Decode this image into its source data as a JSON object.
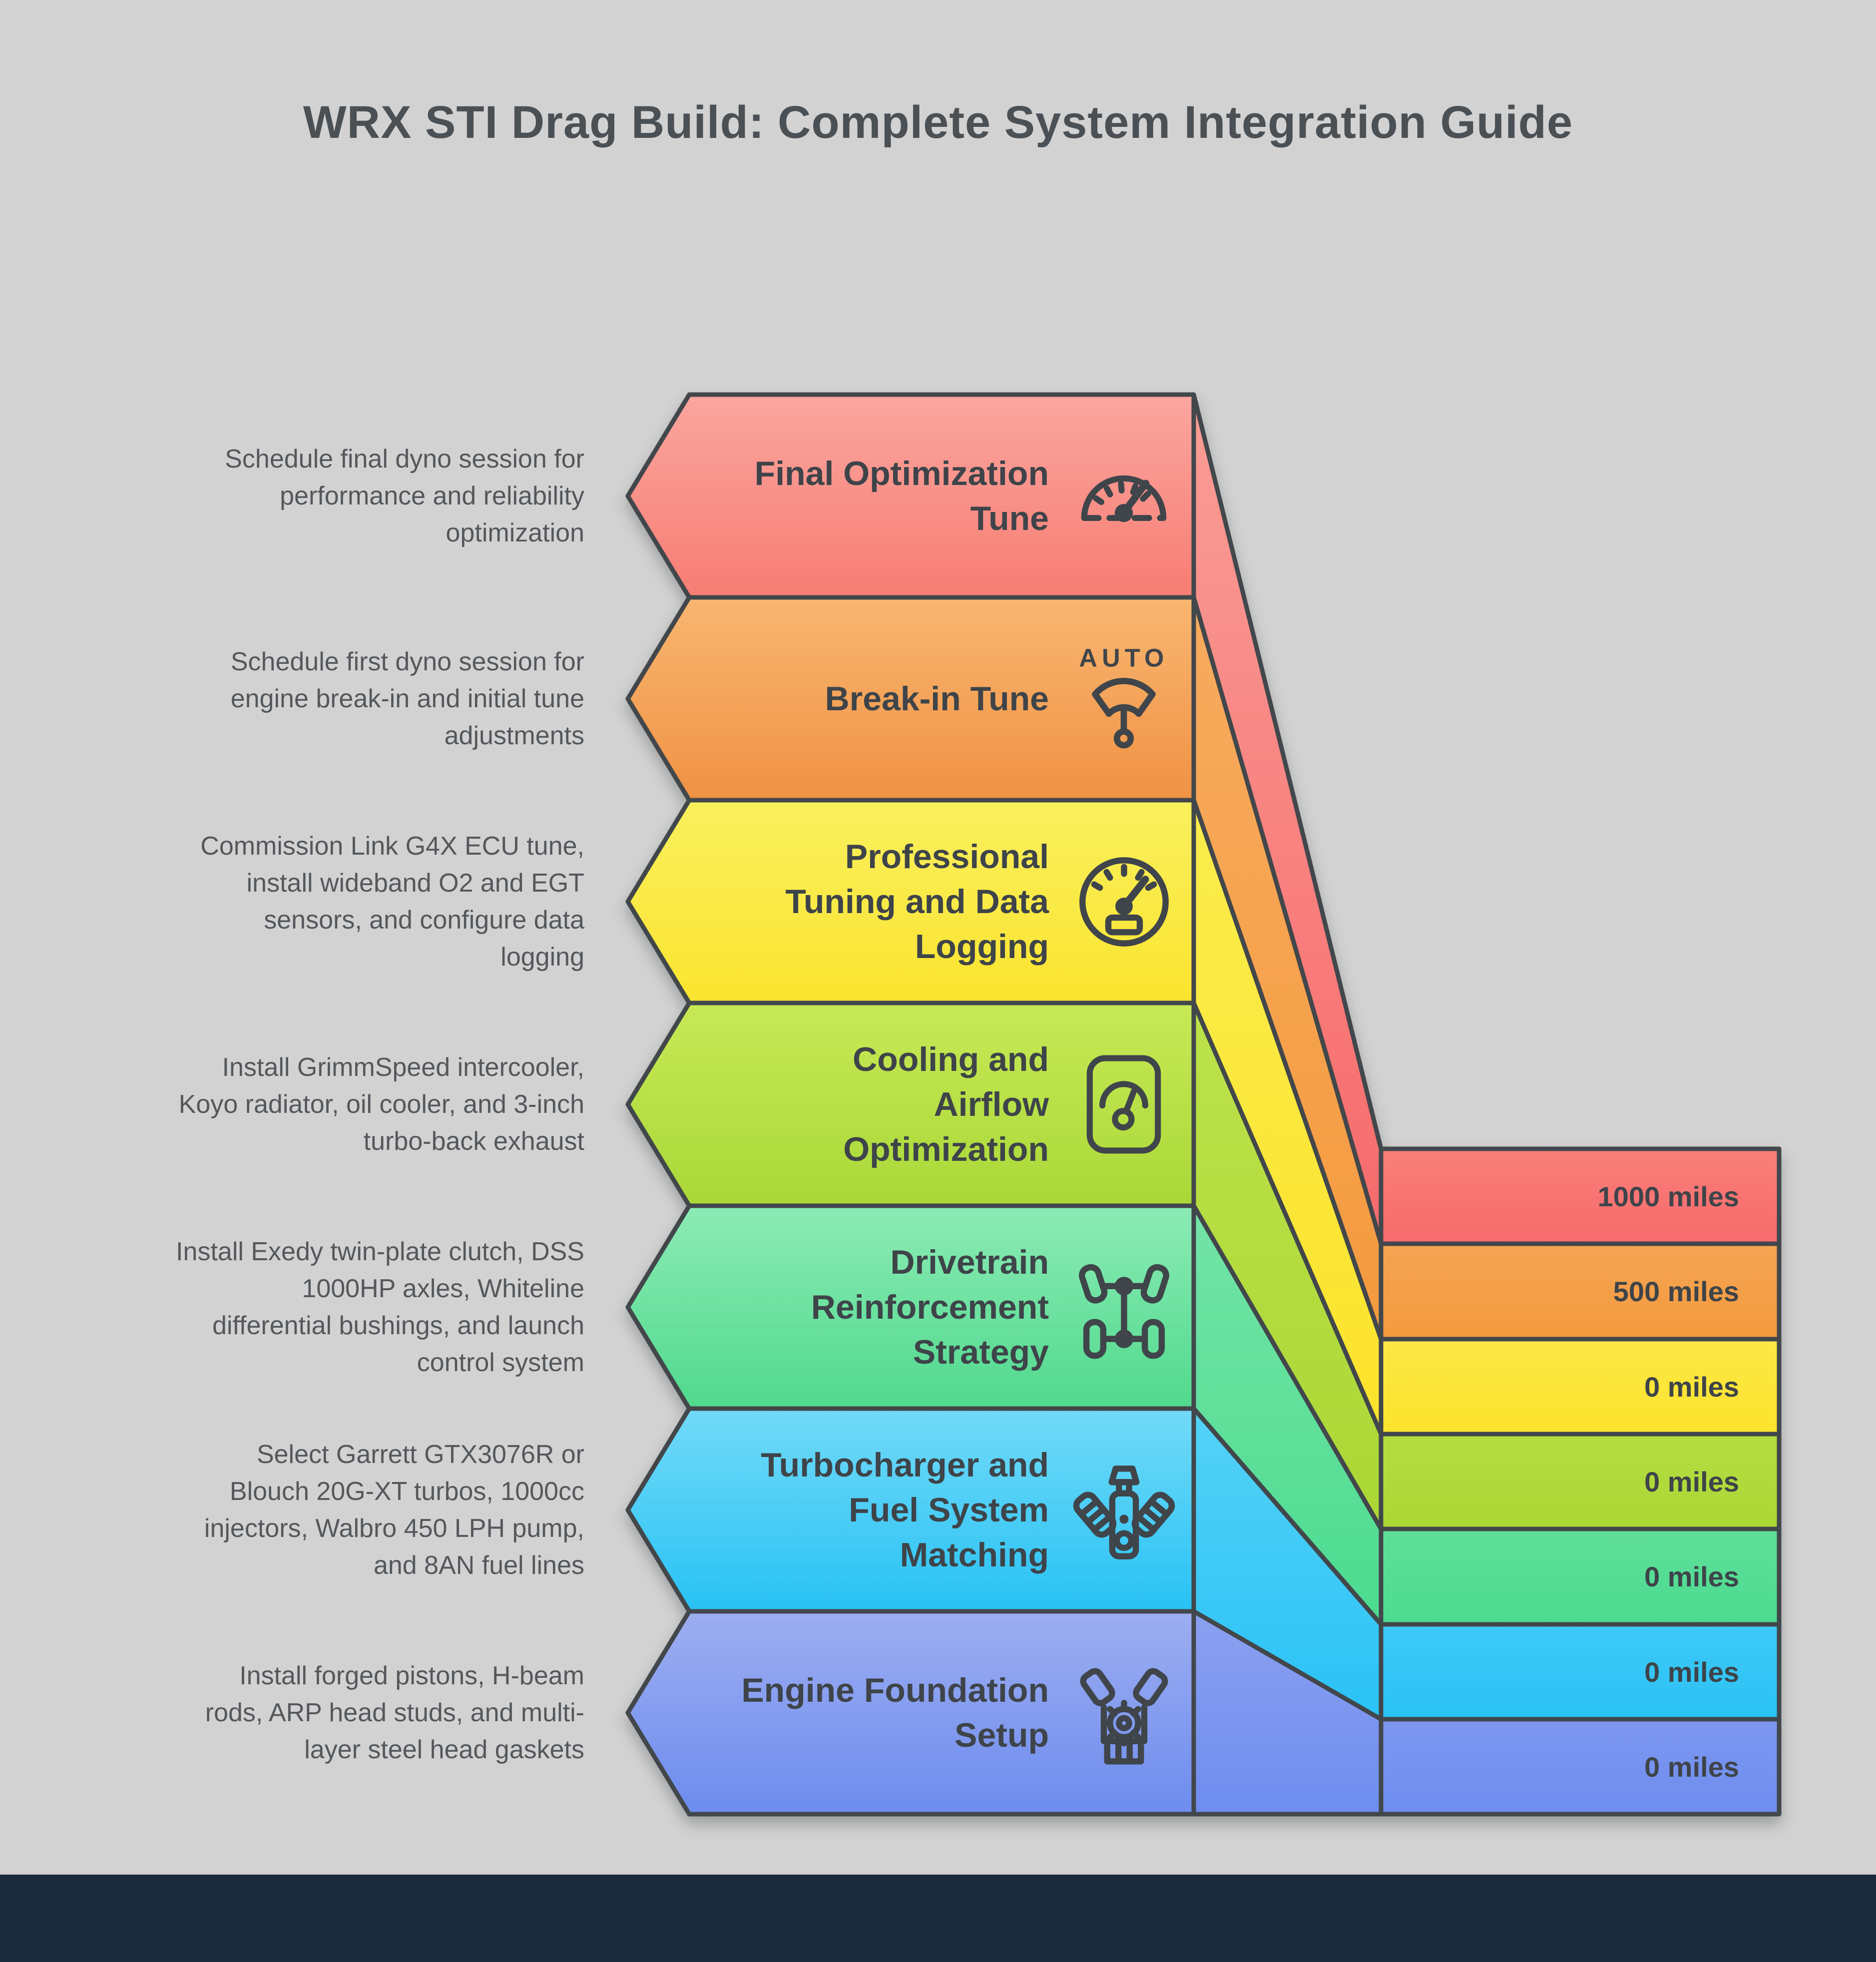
{
  "title": "WRX STI Drag Build: Complete System Integration Guide",
  "palette": {
    "background": "#d2d2d2",
    "outline": "#42474b",
    "title_text": "#4b5055",
    "step_title_text": "#3e4449",
    "description_text": "#54585c",
    "milestone_text": "#3e4449",
    "footer_bar": "#1c2b3c"
  },
  "steps": [
    {
      "label": "Final Optimization\nTune",
      "description": "Schedule final dyno session for\nperformance and reliability\noptimization",
      "icon": "gauge-icon",
      "milestone": "1000 miles",
      "colors": {
        "band_top": "#faa69f",
        "band_bottom": "#f77d73",
        "ribbon_top": "#f99d96",
        "box_top": "#f87f79",
        "box": "#f76a6c"
      }
    },
    {
      "label": "Break-in Tune",
      "description": "Schedule first dyno session for\nengine break-in and initial tune\nadjustments",
      "icon": "auto-gauge-icon",
      "icon_text": "AUTO",
      "milestone": "500 miles",
      "colors": {
        "band_top": "#f8b671",
        "band_bottom": "#f09244",
        "ribbon_top": "#f7ab5e",
        "box_top": "#f5a453",
        "box": "#f49a3e"
      }
    },
    {
      "label": "Professional\nTuning and Data\nLogging",
      "description": "Commission Link G4X ECU tune,\ninstall wideband O2 and EGT\nsensors, and configure data\nlogging",
      "icon": "speedometer-icon",
      "milestone": "0 miles",
      "colors": {
        "band_top": "#f9f05e",
        "band_bottom": "#fbe42f",
        "ribbon_top": "#f9ec4c",
        "box_top": "#fbe845",
        "box": "#fce32c"
      }
    },
    {
      "label": "Cooling and\nAirflow\nOptimization",
      "description": "Install GrimmSpeed intercooler,\nKoyo radiator, oil cooler, and 3-inch\nturbo-back exhaust",
      "icon": "dial-panel-icon",
      "milestone": "0 miles",
      "colors": {
        "band_top": "#c7e956",
        "band_bottom": "#a9d838",
        "ribbon_top": "#bce24a",
        "box_top": "#b5dd41",
        "box": "#abd735"
      }
    },
    {
      "label": "Drivetrain\nReinforcement\nStrategy",
      "description": "Install Exedy twin-plate clutch, DSS\n1000HP axles, Whiteline\ndifferential bushings, and launch\ncontrol system",
      "icon": "drivetrain-icon",
      "milestone": "0 miles",
      "colors": {
        "band_top": "#8cebb5",
        "band_bottom": "#50d98d",
        "ribbon_top": "#74e4a6",
        "box_top": "#5fdf99",
        "box": "#4cdb90"
      }
    },
    {
      "label": "Turbocharger and\nFuel System\nMatching",
      "description": "Select Garrett GTX3076R or\nBlouch 20G-XT turbos, 1000cc\ninjectors, Walbro 450 LPH pump,\nand 8AN fuel lines",
      "icon": "engine-fuel-icon",
      "milestone": "0 miles",
      "colors": {
        "band_top": "#72daf8",
        "band_bottom": "#28c2f4",
        "ribbon_top": "#54d2f7",
        "box_top": "#3ec9f6",
        "box": "#2ac2f5"
      }
    },
    {
      "label": "Engine Foundation\nSetup",
      "description": "Install forged pistons, H-beam\nrods, ARP head studs, and multi-\nlayer steel head gaskets",
      "icon": "engine-gear-icon",
      "milestone": "0 miles",
      "colors": {
        "band_top": "#9daef1",
        "band_bottom": "#6d8cee",
        "ribbon_top": "#8ba0f0",
        "box_top": "#7d97f0",
        "box": "#6e8def"
      }
    }
  ]
}
